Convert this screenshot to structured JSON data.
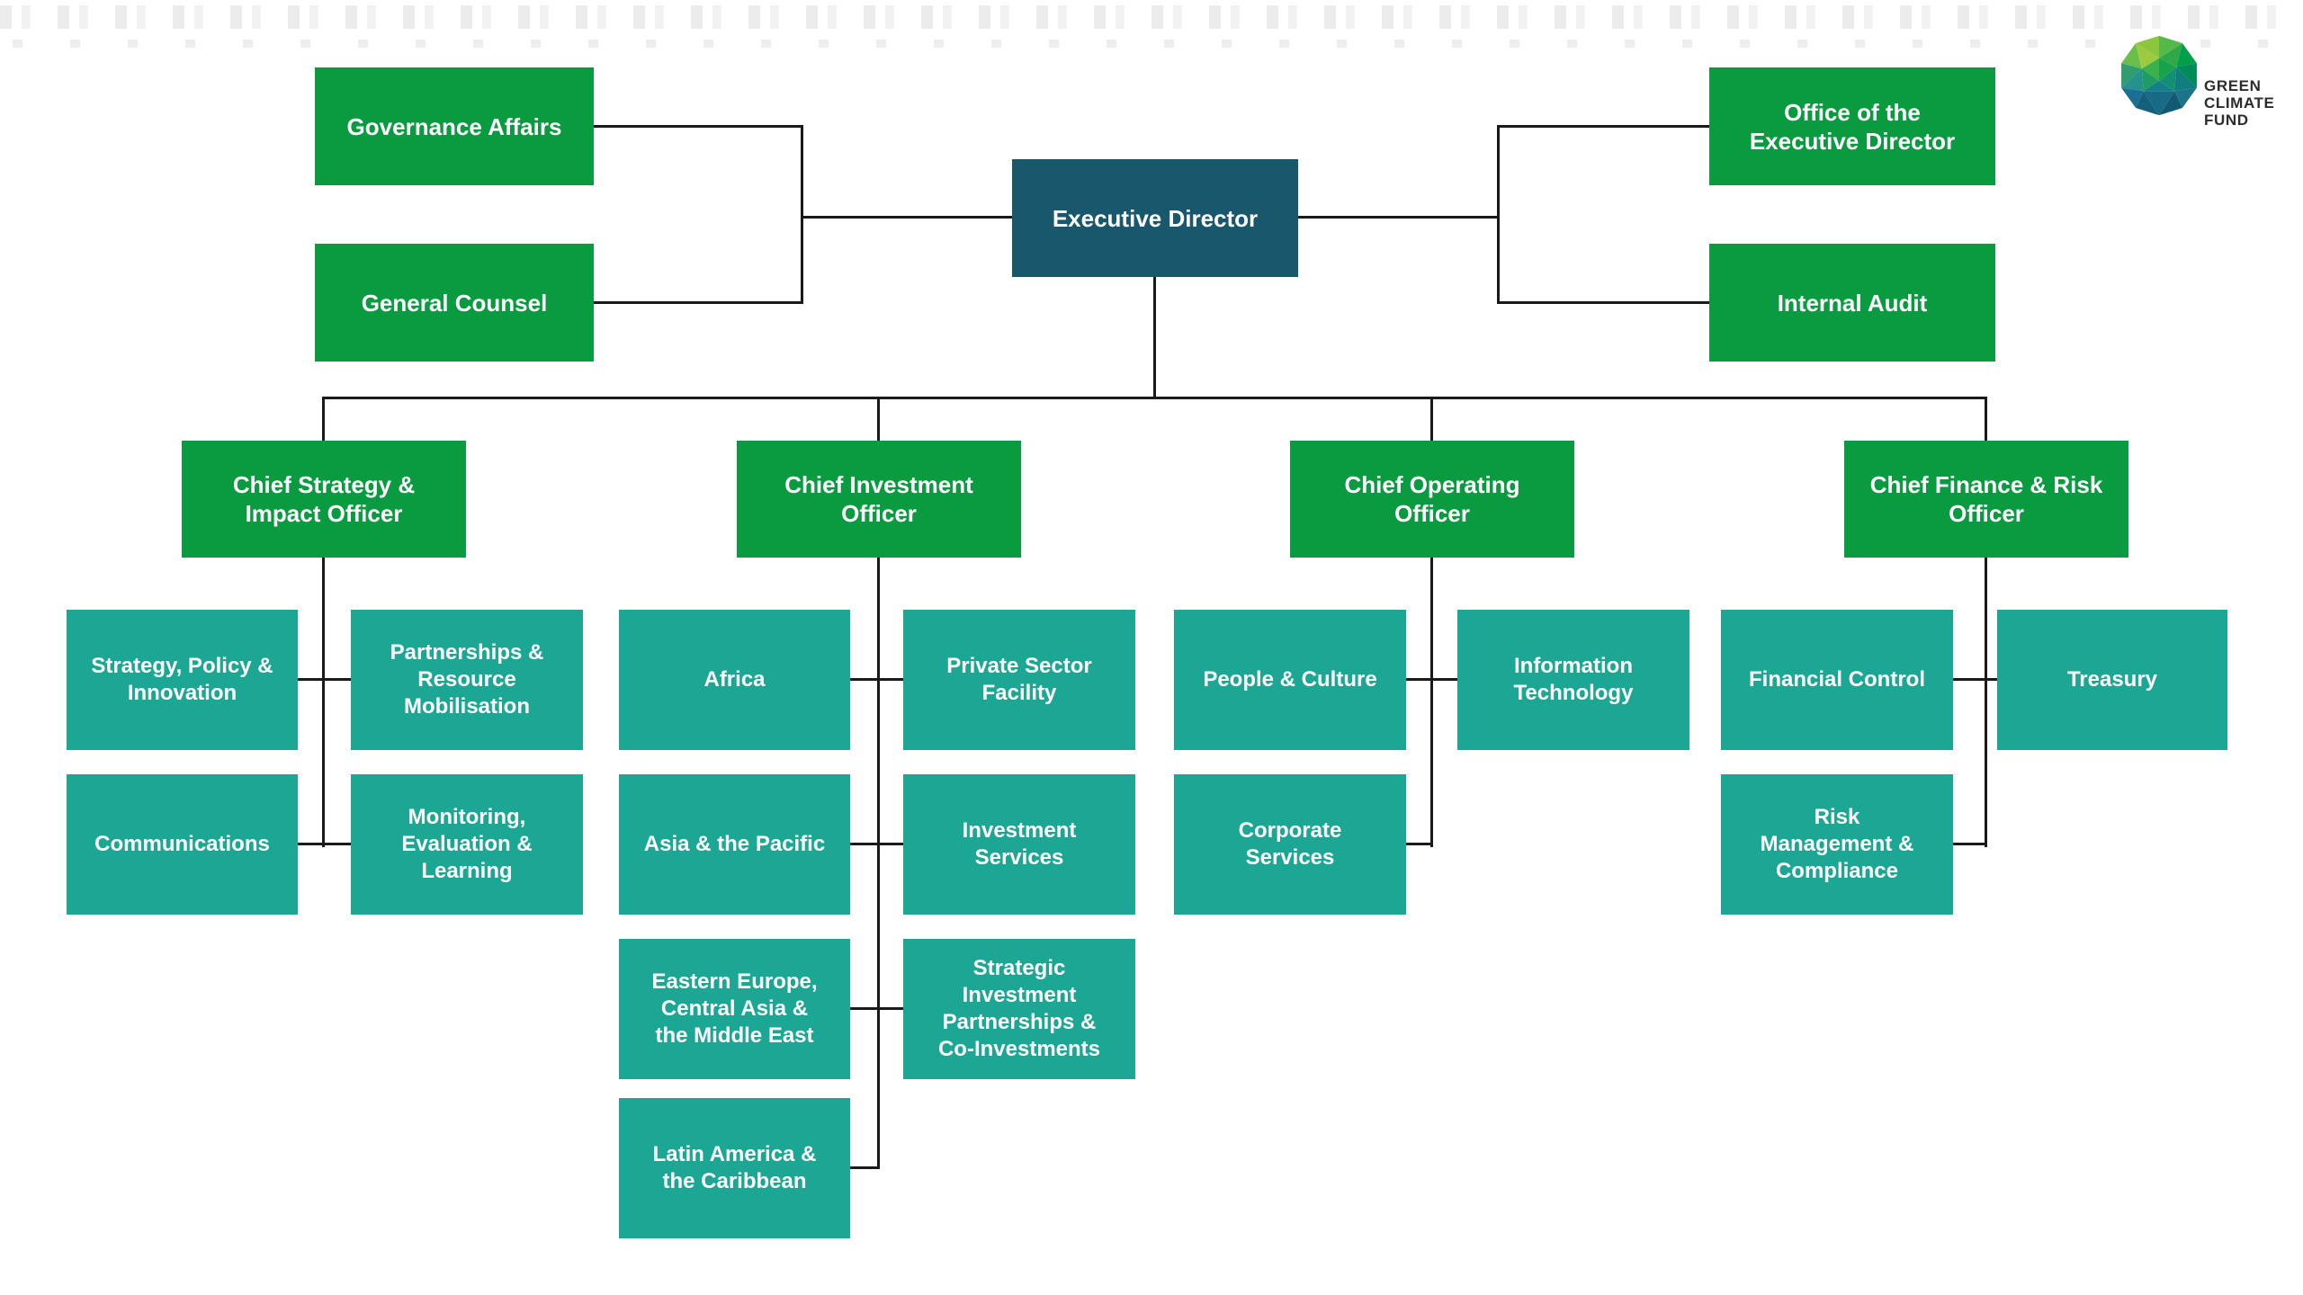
{
  "page": {
    "background": "#ffffff",
    "title": "Green Climate Fund organisational structure"
  },
  "colors": {
    "green": "#0a9b41",
    "teal": "#1ca795",
    "dark_teal": "#19586c",
    "connector_line": "#1a1a1a",
    "logo_text": "#2c2c2e"
  },
  "logo": {
    "name": "green-climate-fund-logo",
    "text": "GREEN\nCLIMATE\nFUND"
  },
  "boxes": {
    "governance_affairs": "Governance Affairs",
    "general_counsel": "General Counsel",
    "executive_director": "Executive Director",
    "office_of_the_executive_director": "Office of the\nExecutive Director",
    "internal_audit": "Internal Audit",
    "chief_strategy": "Chief Strategy &\nImpact Officer",
    "chief_investment": "Chief Investment\nOfficer",
    "chief_operating": "Chief Operating\nOfficer",
    "chief_finance": "Chief Finance & Risk\nOfficer",
    "strategy_policy": "Strategy, Policy &\nInnovation",
    "partnerships": "Partnerships &\nResource\nMobilisation",
    "communications": "Communications",
    "monitoring": "Monitoring,\nEvaluation &\nLearning",
    "africa": "Africa",
    "private_sector": "Private Sector\nFacility",
    "asia_pacific": "Asia & the Pacific",
    "investment_services": "Investment\nServices",
    "eastern_europe": "Eastern Europe,\nCentral Asia &\nthe Middle East",
    "strategic_investment": "Strategic\nInvestment\nPartnerships &\nCo-Investments",
    "latin_america": "Latin America &\nthe Caribbean",
    "people_culture": "People & Culture",
    "information_technology": "Information\nTechnology",
    "corporate_services": "Corporate\nServices",
    "financial_control": "Financial Control",
    "treasury": "Treasury",
    "risk_management": "Risk\nManagement &\nCompliance"
  },
  "hierarchy": {
    "executive_director": [
      "governance_affairs",
      "general_counsel",
      "office_of_the_executive_director",
      "internal_audit",
      "chief_strategy",
      "chief_investment",
      "chief_operating",
      "chief_finance"
    ],
    "chief_strategy": [
      "strategy_policy",
      "partnerships",
      "communications",
      "monitoring"
    ],
    "chief_investment": [
      "africa",
      "private_sector",
      "asia_pacific",
      "investment_services",
      "eastern_europe",
      "strategic_investment",
      "latin_america"
    ],
    "chief_operating": [
      "people_culture",
      "information_technology",
      "corporate_services"
    ],
    "chief_finance": [
      "financial_control",
      "treasury",
      "risk_management"
    ]
  }
}
